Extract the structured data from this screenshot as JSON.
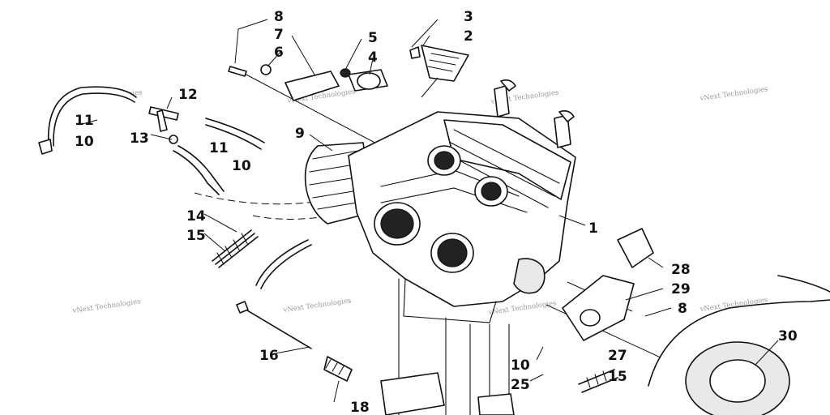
{
  "callouts": [
    "1",
    "2",
    "3",
    "4",
    "5",
    "6",
    "7",
    "8",
    "8",
    "9",
    "10",
    "10",
    "10",
    "11",
    "11",
    "12",
    "13",
    "14",
    "15",
    "15",
    "16",
    "18",
    "25",
    "27",
    "28",
    "29",
    "30"
  ],
  "watermark": "vNext Technologies",
  "colors": {
    "line": "#111111",
    "watermark": "#9a9a9a",
    "background": "#ffffff"
  }
}
